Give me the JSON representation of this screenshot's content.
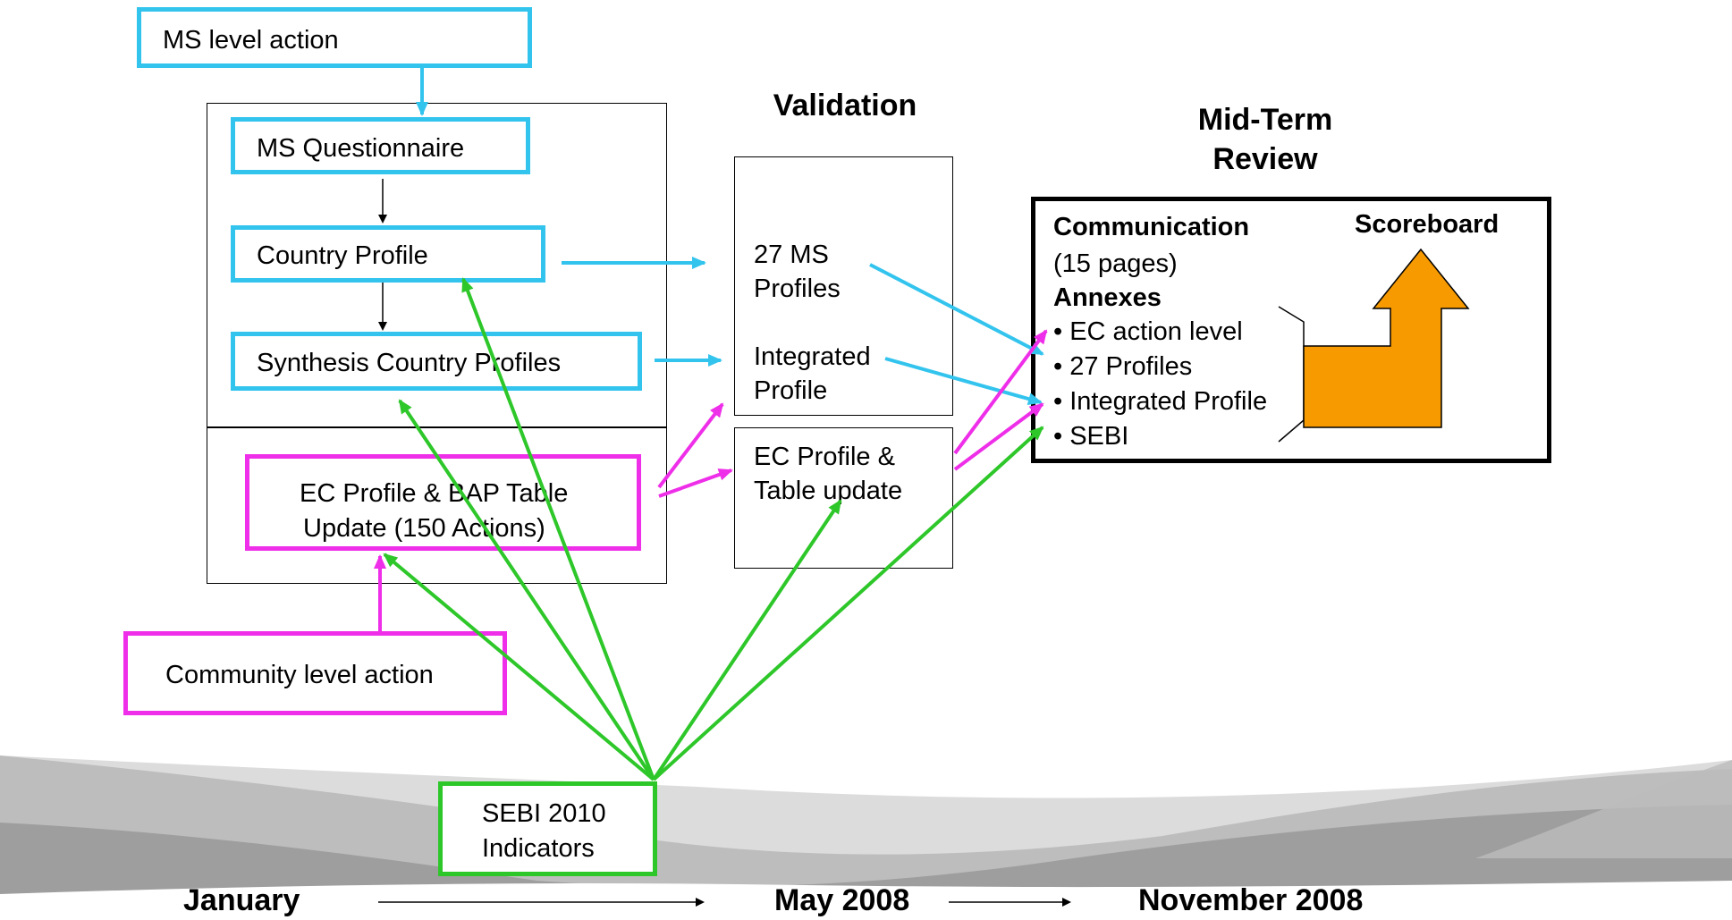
{
  "boxes": {
    "ms_level_action": "MS level action",
    "ms_questionnaire": "MS Questionnaire",
    "country_profile": "Country Profile",
    "synthesis": "Synthesis Country Profiles",
    "ec_profile_bap_line1": "EC Profile & BAP Table",
    "ec_profile_bap_line2": "Update (150 Actions)",
    "community_level_action": "Community level action",
    "sebi_line1": "SEBI 2010",
    "sebi_line2": "Indicators"
  },
  "validation": {
    "title": "Validation",
    "ms_profiles_line1": "27 MS",
    "ms_profiles_line2": "Profiles",
    "integrated_line1": "Integrated",
    "integrated_line2": "Profile",
    "ec_update_line1": "EC Profile &",
    "ec_update_line2": "Table update"
  },
  "review": {
    "title_line1": "Mid-Term",
    "title_line2": "Review",
    "communication": "Communication",
    "pages": "(15 pages)",
    "annexes": "Annexes",
    "bullets": [
      "• EC action level",
      "• 27 Profiles",
      "• Integrated Profile",
      "• SEBI"
    ],
    "scoreboard": "Scoreboard"
  },
  "timeline": {
    "start": "January",
    "middle": "May 2008",
    "end": "November 2008"
  },
  "colors": {
    "cyan": "#33c4ee",
    "magenta": "#ee2ee8",
    "green": "#2ec72a",
    "orange": "#f79a00"
  }
}
